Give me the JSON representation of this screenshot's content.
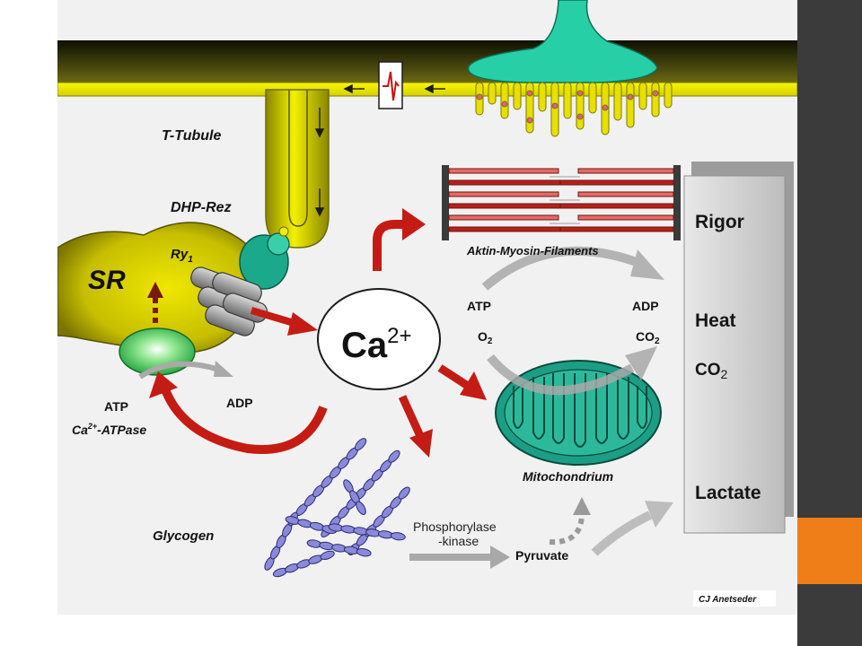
{
  "diagram": {
    "t_tubule": "T-Tubule",
    "dhp_receptor": "DHP-Rez",
    "sr": "SR",
    "ryanodine_main": "Ry",
    "ryanodine_sub": "1",
    "calcium_main": "Ca",
    "calcium_sup": "2+",
    "filaments": "Aktin-Myosin-Filaments",
    "atp_left": "ATP",
    "adp_left": "ADP",
    "pump_ca": "Ca",
    "pump_sup": "2+",
    "pump_name": "-ATPase",
    "atp_right": "ATP",
    "adp_right": "ADP",
    "o2_main": "O",
    "o2_sub": "2",
    "co2_main": "CO",
    "co2_sub": "2",
    "mitochondrium": "Mitochondrium",
    "glycogen": "Glycogen",
    "phosphorylase_line1": "Phosphorylase",
    "phosphorylase_line2": "-kinase",
    "pyruvate": "Pyruvate"
  },
  "outcomes": {
    "rigor": "Rigor",
    "heat": "Heat",
    "co2_main": "CO",
    "co2_sub": "2",
    "lactate": "Lactate"
  },
  "credit": "CJ Anetseder",
  "colors": {
    "membrane_yellow": "#e8e600",
    "dark_band": "#2e2e06",
    "teal": "#1aa98a",
    "red_arrow": "#c41c14",
    "grey_panel": "#c8c8c8",
    "sidebar": "#3b3b3b",
    "accent_orange": "#ef7e18"
  }
}
